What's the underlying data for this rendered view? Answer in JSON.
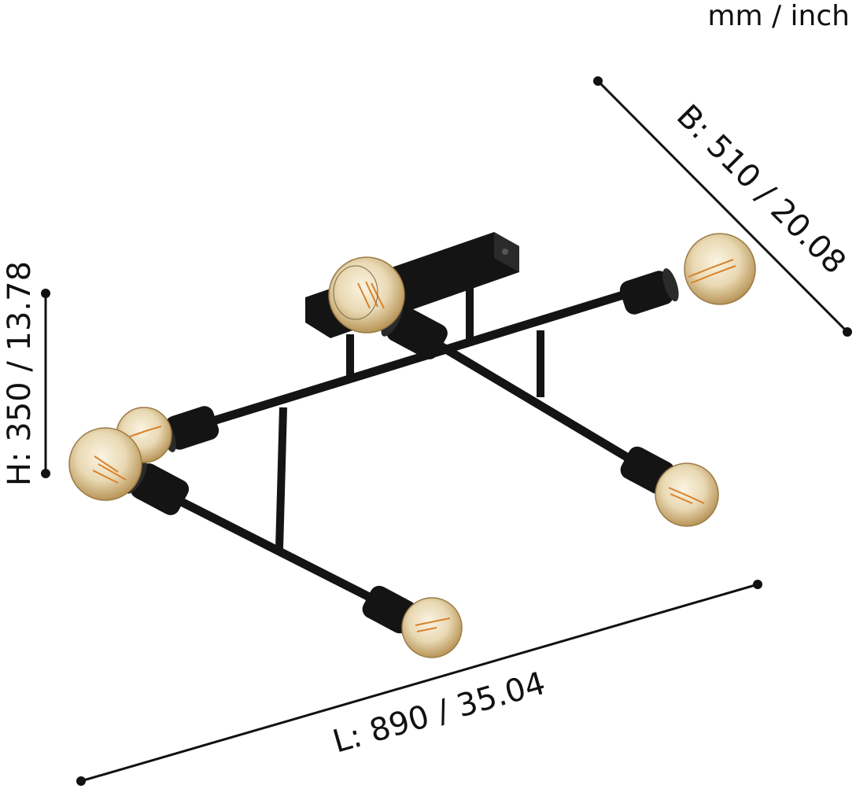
{
  "units_label": "mm / inch",
  "dimensions": {
    "width": "B: 510 / 20.08",
    "height": "H: 350 / 13.78",
    "length": "L: 890 / 35.04"
  },
  "colors": {
    "fixture": "#141414",
    "bulb_glass": "#e9d9b4",
    "bulb_warm": "#c8a062",
    "filament": "#d9822b",
    "dimension_line": "#111111"
  }
}
